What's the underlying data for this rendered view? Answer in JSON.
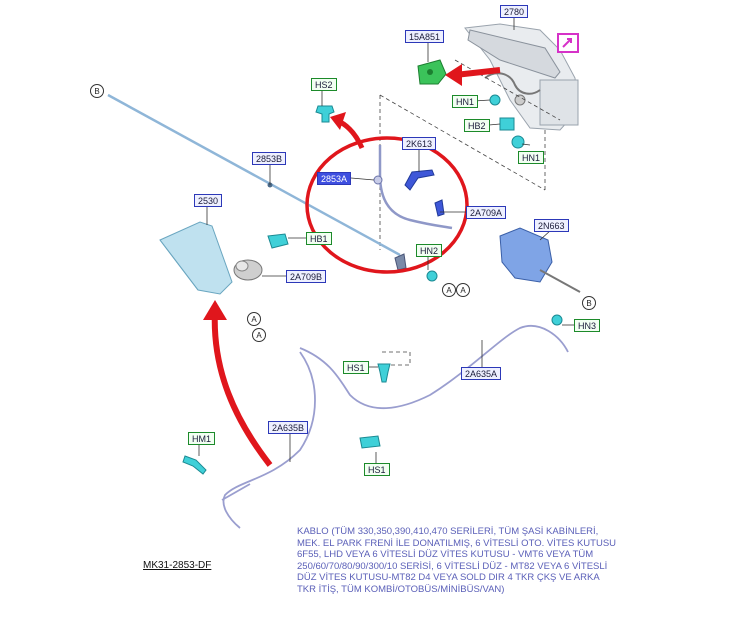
{
  "labels": {
    "l2780": "2780",
    "l15A851": "15A851",
    "lHS2": "HS2",
    "lHN1a": "HN1",
    "lHB2": "HB2",
    "lHN1b": "HN1",
    "l2K613": "2K613",
    "l2853B": "2853B",
    "l2853A": "2853A",
    "l2A709A": "2A709A",
    "l2530": "2530",
    "lHB1": "HB1",
    "l2N663": "2N663",
    "lHN2": "HN2",
    "l2A709B": "2A709B",
    "lHN3": "HN3",
    "lHS1a": "HS1",
    "l2A635A": "2A635A",
    "lHM1": "HM1",
    "l2A635B": "2A635B",
    "lHS1b": "HS1"
  },
  "connectors": {
    "b1": "B",
    "b2": "B",
    "a1": "A",
    "a2": "A",
    "a3": "A",
    "a4": "A"
  },
  "figure_code": "MK31-2853-DF",
  "caption": "KABLO (TÜM 330,350,390,410,470 SERİLERİ, TÜM ŞASİ KABİNLERİ, MEK. EL PARK FRENİ İLE DONATILMIŞ, 6 VİTESLİ OTO. VİTES KUTUSU 6F55, LHD VEYA 6 VİTESLİ DÜZ VİTES KUTUSU - VMT6 VEYA TÜM 250/60/70/80/90/300/10 SERİSİ, 6 VİTESLİ DÜZ - MT82 VEYA 6 VİTESLİ DÜZ VİTES KUTUSU-MT82 D4 VEYA SOLD DIR 4 TKR ÇKŞ VE ARKA TKR İTİŞ, TÜM KOMBİ/OTOBÜS/MİNİBÜS/VAN)",
  "colors": {
    "blue_label": "#2c38b8",
    "green_label": "#1c8a2a",
    "highlight_red": "#e0161c",
    "cable": "#8fb6d8",
    "part_teal": "#3fd0d8",
    "caption": "#5a5fb8"
  }
}
